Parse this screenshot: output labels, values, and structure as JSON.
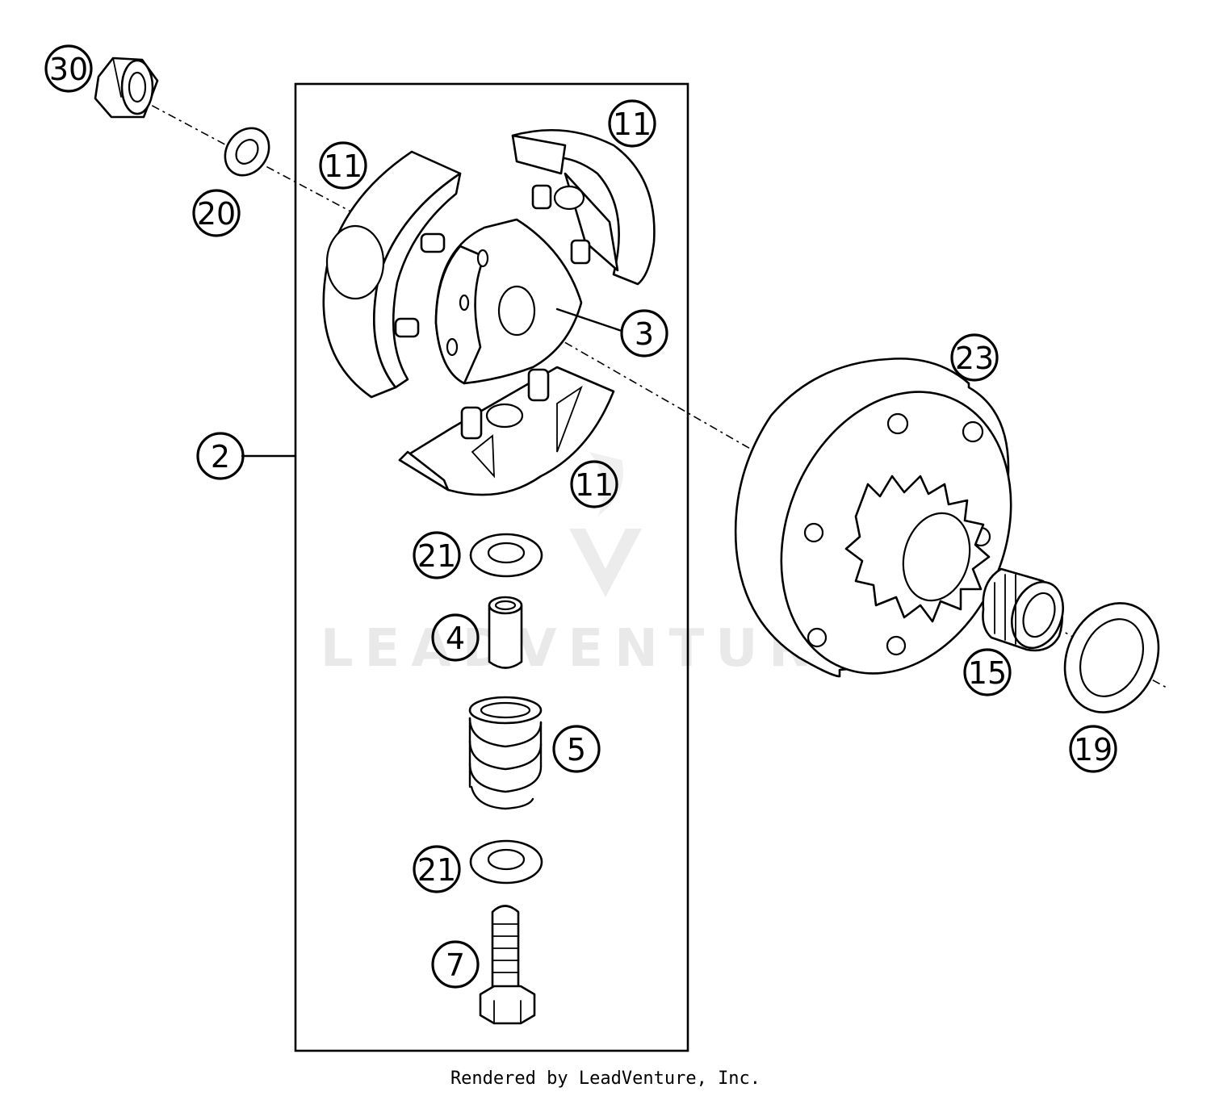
{
  "callouts": {
    "c30": "30",
    "c20": "20",
    "c11a": "11",
    "c11b": "11",
    "c11c": "11",
    "c3": "3",
    "c2": "2",
    "c23": "23",
    "c21a": "21",
    "c21b": "21",
    "c4": "4",
    "c5": "5",
    "c7": "7",
    "c15": "15",
    "c19": "19"
  },
  "watermark": "LEADVENTURE",
  "footer": "Rendered by LeadVenture, Inc."
}
